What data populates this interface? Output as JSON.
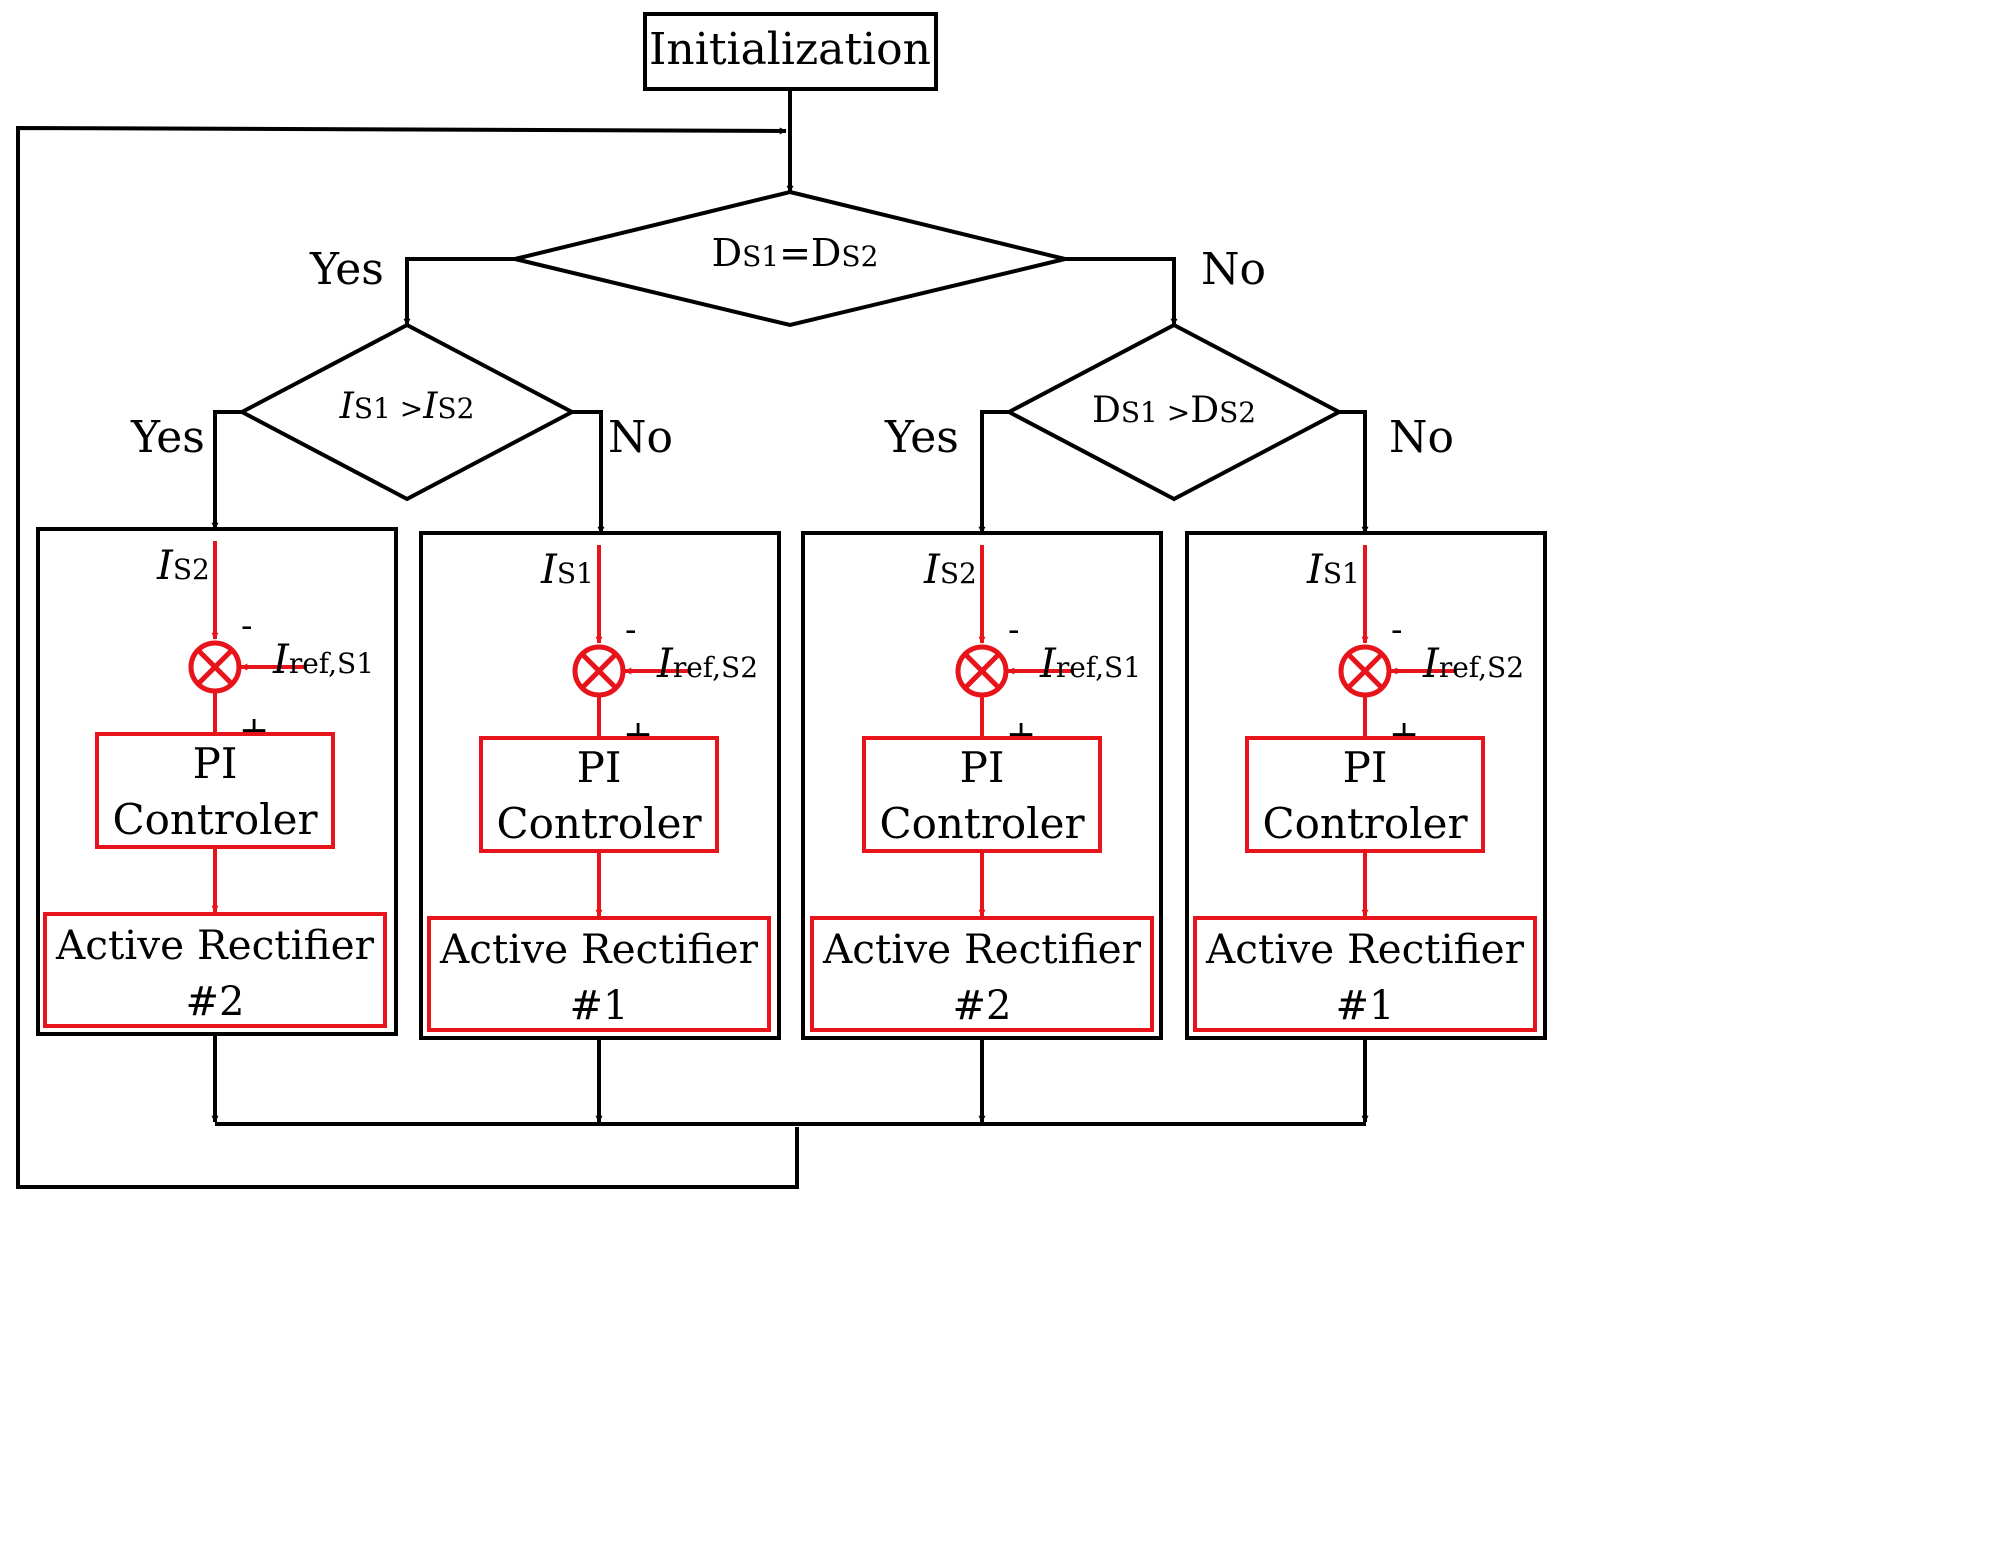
{
  "colors": {
    "flow": "#000000",
    "control": "#e8141c",
    "background": "#ffffff"
  },
  "start": {
    "label": "Initialization"
  },
  "decision_main": {
    "var_a": "D",
    "sub_a": "S1",
    "op": "=",
    "var_b": "D",
    "sub_b": "S2",
    "yes_label": "Yes",
    "no_label": "No"
  },
  "decision_current": {
    "var_a": "I",
    "sub_a": "S1",
    "op": " >",
    "var_b": "I",
    "sub_b": "S2",
    "yes_label": "Yes",
    "no_label": "No"
  },
  "decision_duty": {
    "var_a": "D",
    "sub_a": "S1",
    "op": " >",
    "var_b": "D",
    "sub_b": "S2",
    "yes_label": "Yes",
    "no_label": "No"
  },
  "control_blocks": [
    {
      "input_var": "I",
      "input_sub": "S2",
      "ref_var": "I",
      "ref_sub": "ref,S1",
      "minus_sign": "-",
      "plus_sign": "+",
      "controller_line1": "PI",
      "controller_line2": "Controler",
      "rectifier_line1": "Active Rectifier",
      "rectifier_line2": "#2"
    },
    {
      "input_var": "I",
      "input_sub": "S1",
      "ref_var": "I",
      "ref_sub": "ref,S2",
      "minus_sign": "-",
      "plus_sign": "+",
      "controller_line1": "PI",
      "controller_line2": "Controler",
      "rectifier_line1": "Active Rectifier",
      "rectifier_line2": "#1"
    },
    {
      "input_var": "I",
      "input_sub": "S2",
      "ref_var": "I",
      "ref_sub": "ref,S1",
      "minus_sign": "-",
      "plus_sign": "+",
      "controller_line1": "PI",
      "controller_line2": "Controler",
      "rectifier_line1": "Active Rectifier",
      "rectifier_line2": "#2"
    },
    {
      "input_var": "I",
      "input_sub": "S1",
      "ref_var": "I",
      "ref_sub": "ref,S2",
      "minus_sign": "-",
      "plus_sign": "+",
      "controller_line1": "PI",
      "controller_line2": "Controler",
      "rectifier_line1": "Active Rectifier",
      "rectifier_line2": "#1"
    }
  ]
}
